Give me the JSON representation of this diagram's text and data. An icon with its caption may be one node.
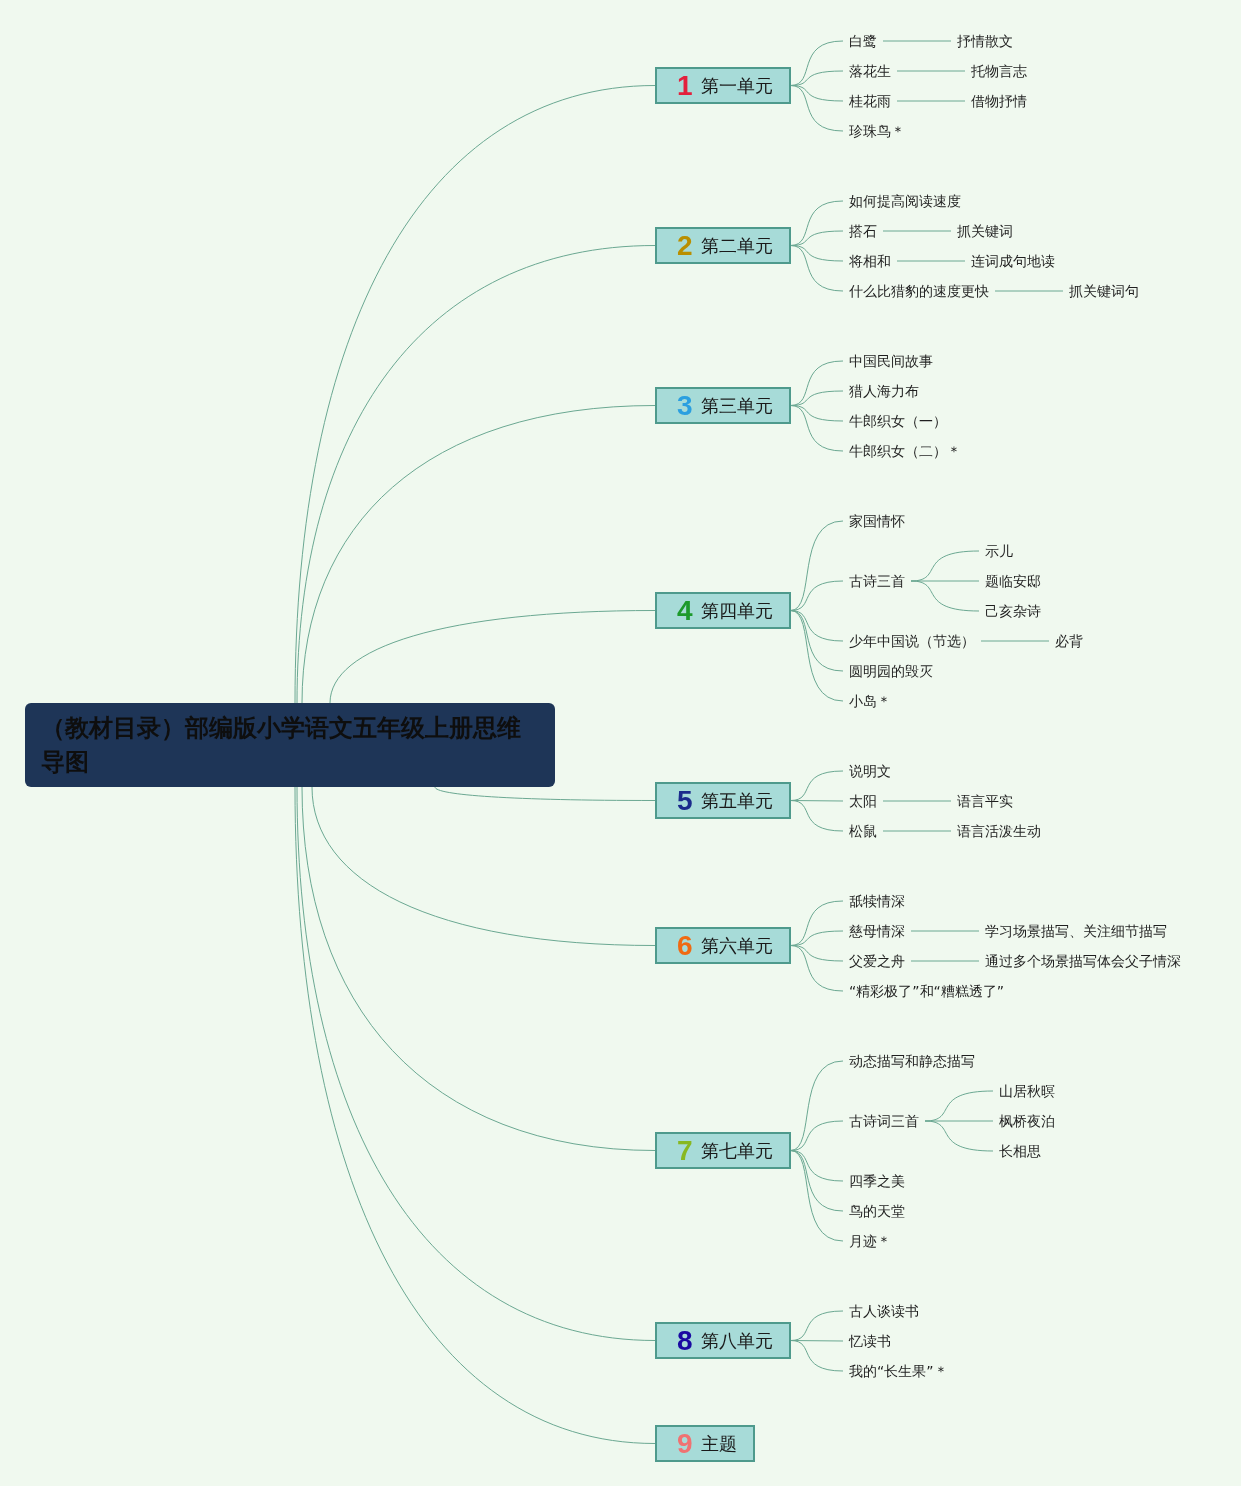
{
  "diagram": {
    "nodes": [
      {
        "text": [
          "（教材目录）部编版小学语文五年级上册思维导图"
        ]
      },
      {
        "text": [
          "1",
          "第一单元"
        ]
      },
      {
        "text": [
          "白鹭"
        ]
      },
      {
        "text": [
          "抒情散文"
        ]
      },
      {
        "text": [
          "落花生"
        ]
      },
      {
        "text": [
          "托物言志"
        ]
      },
      {
        "text": [
          "桂花雨"
        ]
      },
      {
        "text": [
          "借物抒情"
        ]
      },
      {
        "text": [
          "珍珠鸟＊"
        ]
      },
      {
        "text": [
          "2",
          "第二单元"
        ]
      },
      {
        "text": [
          "如何提高阅读速度"
        ]
      },
      {
        "text": [
          "搭石"
        ]
      },
      {
        "text": [
          "抓关键词"
        ]
      },
      {
        "text": [
          "将相和"
        ]
      },
      {
        "text": [
          "连词成句地读"
        ]
      },
      {
        "text": [
          "什么比猎豹的速度更快"
        ]
      },
      {
        "text": [
          "抓关键词句"
        ]
      },
      {
        "text": [
          "3",
          "第三单元"
        ]
      },
      {
        "text": [
          "中国民间故事"
        ]
      },
      {
        "text": [
          "猎人海力布"
        ]
      },
      {
        "text": [
          "牛郎织女（一）"
        ]
      },
      {
        "text": [
          "牛郎织女（二）＊"
        ]
      },
      {
        "text": [
          "4",
          "第四单元"
        ]
      },
      {
        "text": [
          "家国情怀"
        ]
      },
      {
        "text": [
          "古诗三首"
        ]
      },
      {
        "text": [
          "示儿"
        ]
      },
      {
        "text": [
          "题临安邸"
        ]
      },
      {
        "text": [
          "己亥杂诗"
        ]
      },
      {
        "text": [
          "少年中国说（节选）"
        ]
      },
      {
        "text": [
          "必背"
        ]
      },
      {
        "text": [
          "圆明园的毁灭"
        ]
      },
      {
        "text": [
          "小岛＊"
        ]
      },
      {
        "text": [
          "5",
          "第五单元"
        ]
      },
      {
        "text": [
          "说明文"
        ]
      },
      {
        "text": [
          "太阳"
        ]
      },
      {
        "text": [
          "语言平实"
        ]
      },
      {
        "text": [
          "松鼠"
        ]
      },
      {
        "text": [
          "语言活泼生动"
        ]
      },
      {
        "text": [
          "6",
          "第六单元"
        ]
      },
      {
        "text": [
          "舐犊情深"
        ]
      },
      {
        "text": [
          "慈母情深"
        ]
      },
      {
        "text": [
          "学习场景描写、关注细节描写"
        ]
      },
      {
        "text": [
          "父爱之舟"
        ]
      },
      {
        "text": [
          "通过多个场景描写体会父子情深"
        ]
      },
      {
        "text": [
          "“精彩极了”和“糟糕透了”"
        ]
      },
      {
        "text": [
          "7",
          "第七单元"
        ]
      },
      {
        "text": [
          "动态描写和静态描写"
        ]
      },
      {
        "text": [
          "古诗词三首"
        ]
      },
      {
        "text": [
          "山居秋暝"
        ]
      },
      {
        "text": [
          "枫桥夜泊"
        ]
      },
      {
        "text": [
          "长相思"
        ]
      },
      {
        "text": [
          "四季之美"
        ]
      },
      {
        "text": [
          "鸟的天堂"
        ]
      },
      {
        "text": [
          "月迹＊"
        ]
      },
      {
        "text": [
          "8",
          "第八单元"
        ]
      },
      {
        "text": [
          "古人谈读书"
        ]
      },
      {
        "text": [
          "忆读书"
        ]
      },
      {
        "text": [
          "我的“长生果”＊"
        ]
      },
      {
        "text": [
          "9",
          "主题"
        ]
      }
    ],
    "edges": [
      {
        "from": 0,
        "to": 1,
        "arrow": "none"
      },
      {
        "from": 0,
        "to": 9,
        "arrow": "none"
      },
      {
        "from": 0,
        "to": 17,
        "arrow": "none"
      },
      {
        "from": 0,
        "to": 22,
        "arrow": "none"
      },
      {
        "from": 0,
        "to": 32,
        "arrow": "none"
      },
      {
        "from": 0,
        "to": 38,
        "arrow": "none"
      },
      {
        "from": 0,
        "to": 45,
        "arrow": "none"
      },
      {
        "from": 0,
        "to": 54,
        "arrow": "none"
      },
      {
        "from": 0,
        "to": 58,
        "arrow": "none"
      },
      {
        "from": 1,
        "to": 2,
        "arrow": "none"
      },
      {
        "from": 2,
        "to": 3,
        "arrow": "none"
      },
      {
        "from": 1,
        "to": 4,
        "arrow": "none"
      },
      {
        "from": 4,
        "to": 5,
        "arrow": "none"
      },
      {
        "from": 1,
        "to": 6,
        "arrow": "none"
      },
      {
        "from": 6,
        "to": 7,
        "arrow": "none"
      },
      {
        "from": 1,
        "to": 8,
        "arrow": "none"
      },
      {
        "from": 9,
        "to": 10,
        "arrow": "none"
      },
      {
        "from": 9,
        "to": 11,
        "arrow": "none"
      },
      {
        "from": 11,
        "to": 12,
        "arrow": "none"
      },
      {
        "from": 9,
        "to": 13,
        "arrow": "none"
      },
      {
        "from": 13,
        "to": 14,
        "arrow": "none"
      },
      {
        "from": 9,
        "to": 15,
        "arrow": "none"
      },
      {
        "from": 15,
        "to": 16,
        "arrow": "none"
      },
      {
        "from": 17,
        "to": 18,
        "arrow": "none"
      },
      {
        "from": 17,
        "to": 19,
        "arrow": "none"
      },
      {
        "from": 17,
        "to": 20,
        "arrow": "none"
      },
      {
        "from": 17,
        "to": 21,
        "arrow": "none"
      },
      {
        "from": 22,
        "to": 23,
        "arrow": "none"
      },
      {
        "from": 22,
        "to": 24,
        "arrow": "none"
      },
      {
        "from": 24,
        "to": 25,
        "arrow": "none"
      },
      {
        "from": 24,
        "to": 26,
        "arrow": "none"
      },
      {
        "from": 24,
        "to": 27,
        "arrow": "none"
      },
      {
        "from": 22,
        "to": 28,
        "arrow": "none"
      },
      {
        "from": 28,
        "to": 29,
        "arrow": "none"
      },
      {
        "from": 22,
        "to": 30,
        "arrow": "none"
      },
      {
        "from": 22,
        "to": 31,
        "arrow": "none"
      },
      {
        "from": 32,
        "to": 33,
        "arrow": "none"
      },
      {
        "from": 32,
        "to": 34,
        "arrow": "none"
      },
      {
        "from": 34,
        "to": 35,
        "arrow": "none"
      },
      {
        "from": 32,
        "to": 36,
        "arrow": "none"
      },
      {
        "from": 36,
        "to": 37,
        "arrow": "none"
      },
      {
        "from": 38,
        "to": 39,
        "arrow": "none"
      },
      {
        "from": 38,
        "to": 40,
        "arrow": "none"
      },
      {
        "from": 40,
        "to": 41,
        "arrow": "none"
      },
      {
        "from": 38,
        "to": 42,
        "arrow": "none"
      },
      {
        "from": 42,
        "to": 43,
        "arrow": "none"
      },
      {
        "from": 38,
        "to": 44,
        "arrow": "none"
      },
      {
        "from": 45,
        "to": 46,
        "arrow": "none"
      },
      {
        "from": 45,
        "to": 47,
        "arrow": "none"
      },
      {
        "from": 47,
        "to": 48,
        "arrow": "none"
      },
      {
        "from": 47,
        "to": 49,
        "arrow": "none"
      },
      {
        "from": 47,
        "to": 50,
        "arrow": "none"
      },
      {
        "from": 45,
        "to": 51,
        "arrow": "none"
      },
      {
        "from": 45,
        "to": 52,
        "arrow": "none"
      },
      {
        "from": 45,
        "to": 53,
        "arrow": "none"
      },
      {
        "from": 54,
        "to": 55,
        "arrow": "none"
      },
      {
        "from": 54,
        "to": 56,
        "arrow": "none"
      },
      {
        "from": 54,
        "to": 57,
        "arrow": "none"
      }
    ]
  }
}
